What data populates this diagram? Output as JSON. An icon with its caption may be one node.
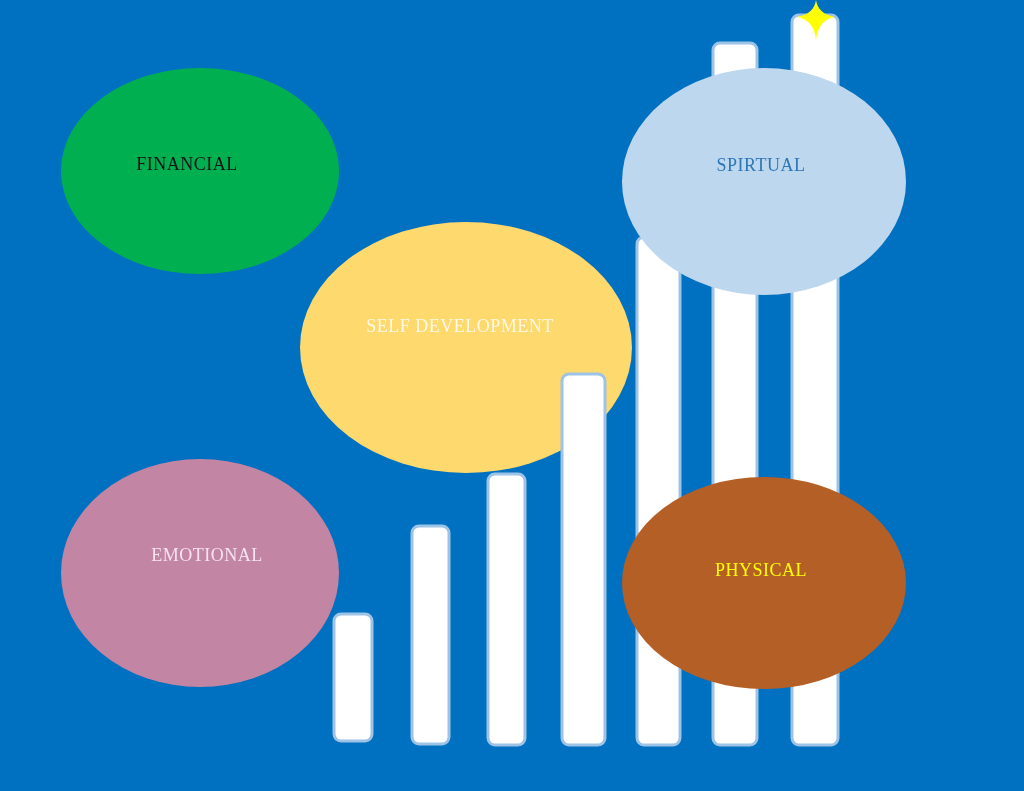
{
  "diagram": {
    "nodes": [
      {
        "text": [
          "FINANCIAL"
        ]
      },
      {
        "text": [
          "SPIRTUAL"
        ]
      },
      {
        "text": [
          "SELF DEVELOPMENT"
        ]
      },
      {
        "text": [
          "EMOTIONAL"
        ]
      },
      {
        "text": [
          "PHYSICAL"
        ]
      }
    ]
  }
}
